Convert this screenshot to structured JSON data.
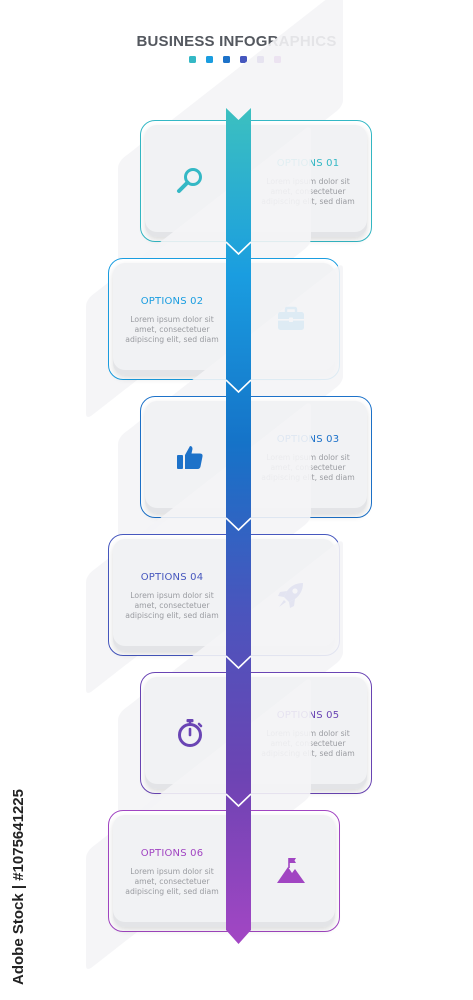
{
  "title": "BUSINESS INFOGRAPHICS",
  "colors": [
    "#34b8c5",
    "#1a9de0",
    "#1d72c9",
    "#4657be",
    "#6a45b4",
    "#a145c2"
  ],
  "steps": [
    {
      "title": "OPTIONS 01",
      "text": [
        "Lorem ipsum dolor sit",
        "amet, consectetuer",
        "adipiscing elit, sed diam"
      ],
      "icon": "magnifier-icon",
      "color": "#34b8c5",
      "side": "right"
    },
    {
      "title": "OPTIONS 02",
      "text": [
        "Lorem ipsum dolor sit",
        "amet, consectetuer",
        "adipiscing elit, sed diam"
      ],
      "icon": "briefcase-icon",
      "color": "#1a9de0",
      "side": "left"
    },
    {
      "title": "OPTIONS 03",
      "text": [
        "Lorem ipsum dolor sit",
        "amet, consectetuer",
        "adipiscing elit, sed diam"
      ],
      "icon": "thumbs-up-icon",
      "color": "#1d72c9",
      "side": "right"
    },
    {
      "title": "OPTIONS 04",
      "text": [
        "Lorem ipsum dolor sit",
        "amet, consectetuer",
        "adipiscing elit, sed diam"
      ],
      "icon": "rocket-icon",
      "color": "#4657be",
      "side": "left"
    },
    {
      "title": "OPTIONS 05",
      "text": [
        "Lorem ipsum dolor sit",
        "amet, consectetuer",
        "adipiscing elit, sed diam"
      ],
      "icon": "stopwatch-icon",
      "color": "#6a45b4",
      "side": "right"
    },
    {
      "title": "OPTIONS 06",
      "text": [
        "Lorem ipsum dolor sit",
        "amet, consectetuer",
        "adipiscing elit, sed diam"
      ],
      "icon": "mountain-flag-icon",
      "color": "#a145c2",
      "side": "left"
    }
  ],
  "watermark": "Adobe Stock | #1075641225"
}
